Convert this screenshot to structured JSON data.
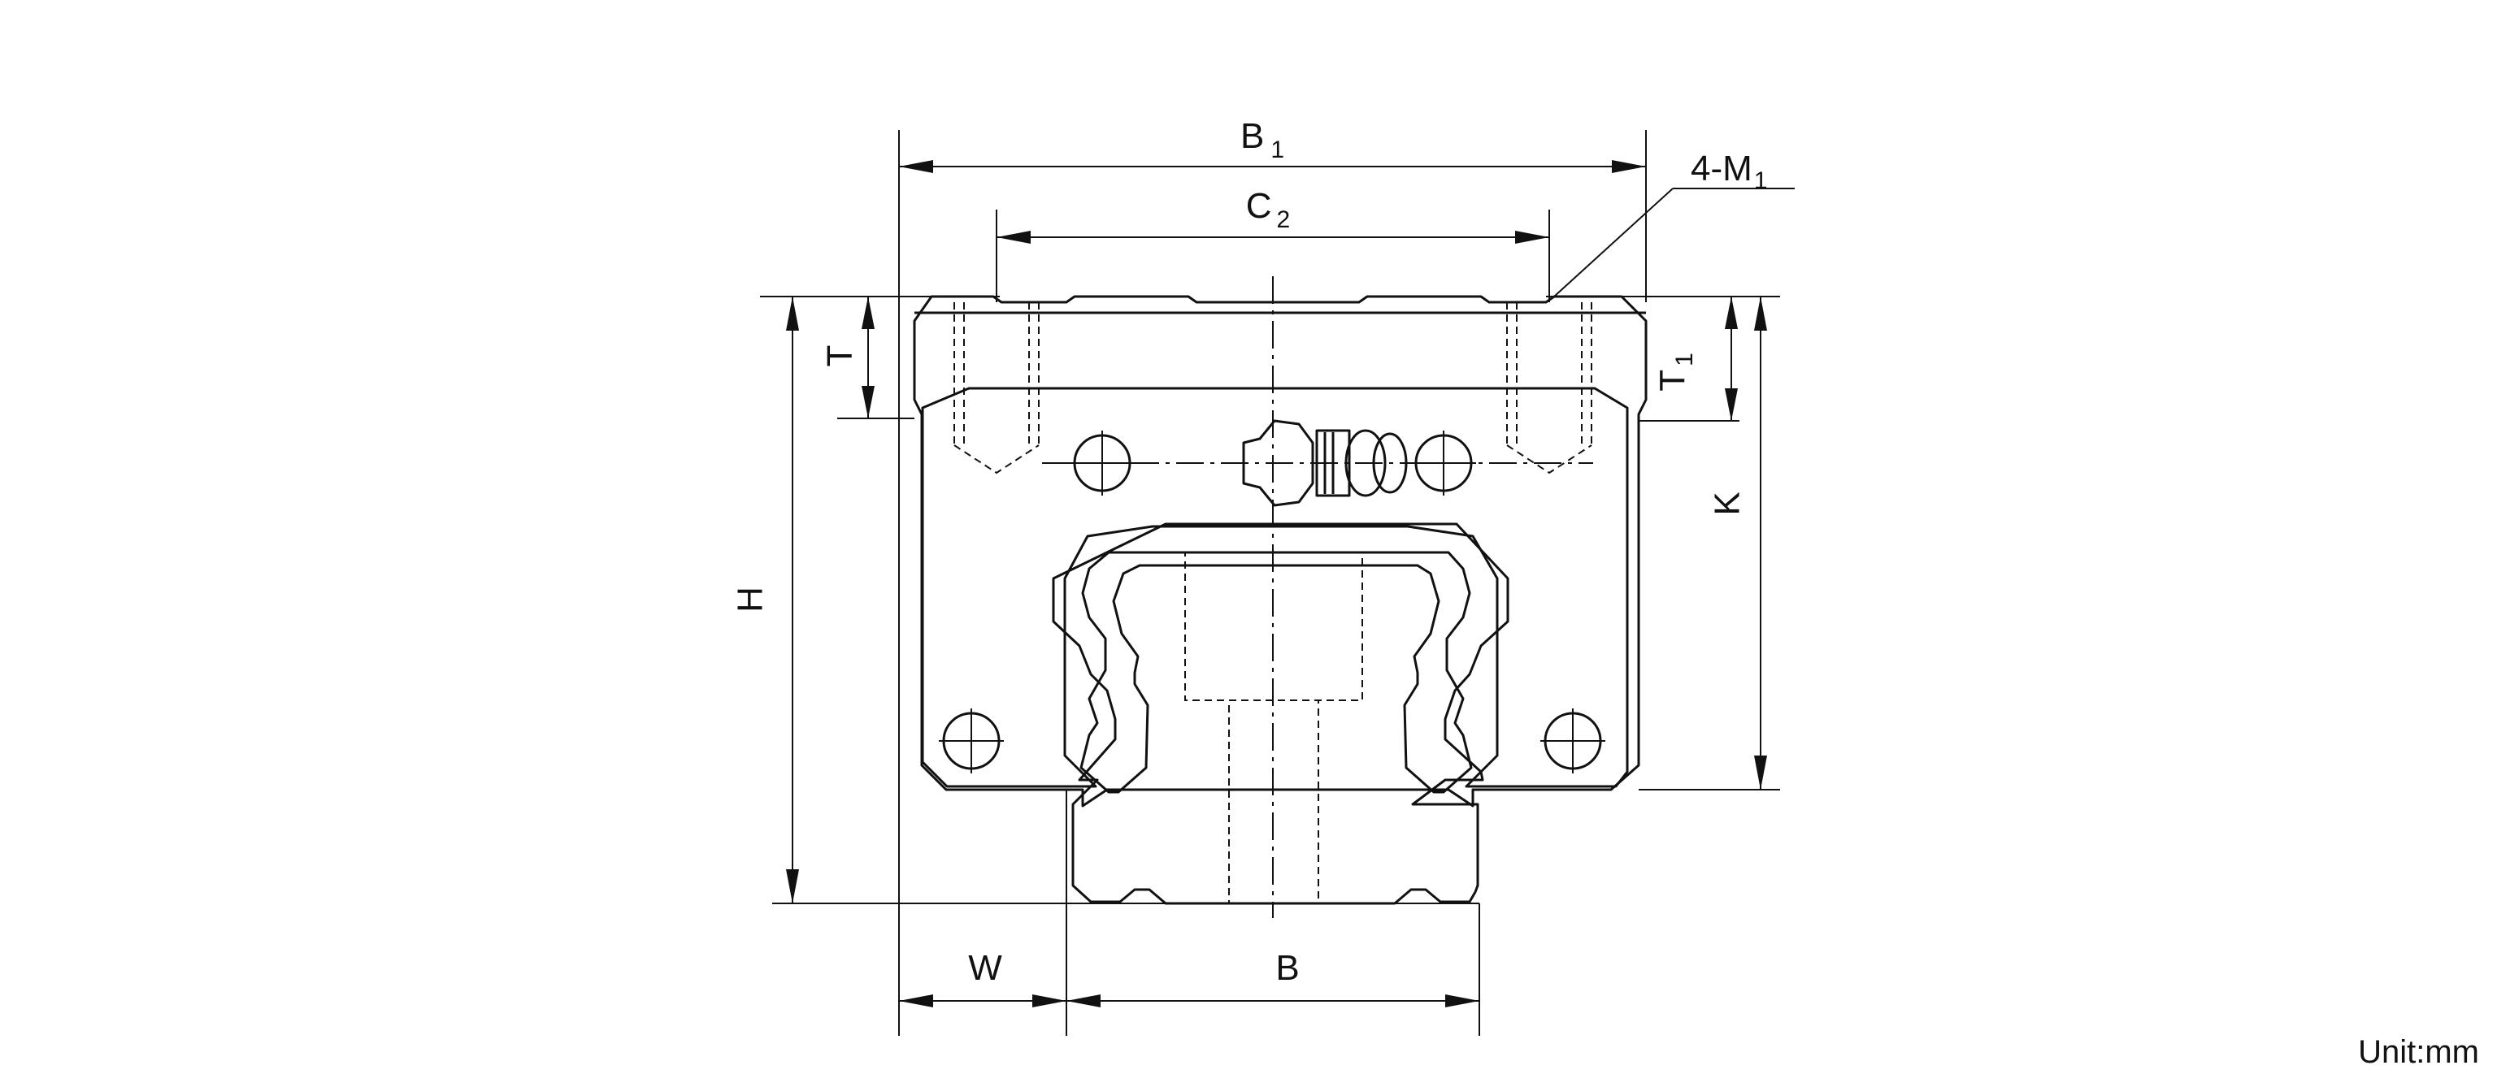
{
  "labels": {
    "b1": {
      "main": "B",
      "sub": "1"
    },
    "c2": {
      "main": "C",
      "sub": "2"
    },
    "m1": {
      "main": "4-M",
      "sub": "1"
    },
    "t": "T",
    "t1": {
      "main": "T",
      "sub": "1"
    },
    "h": "H",
    "k": "K",
    "w": "W",
    "b": "B"
  },
  "unit": "Unit:mm"
}
